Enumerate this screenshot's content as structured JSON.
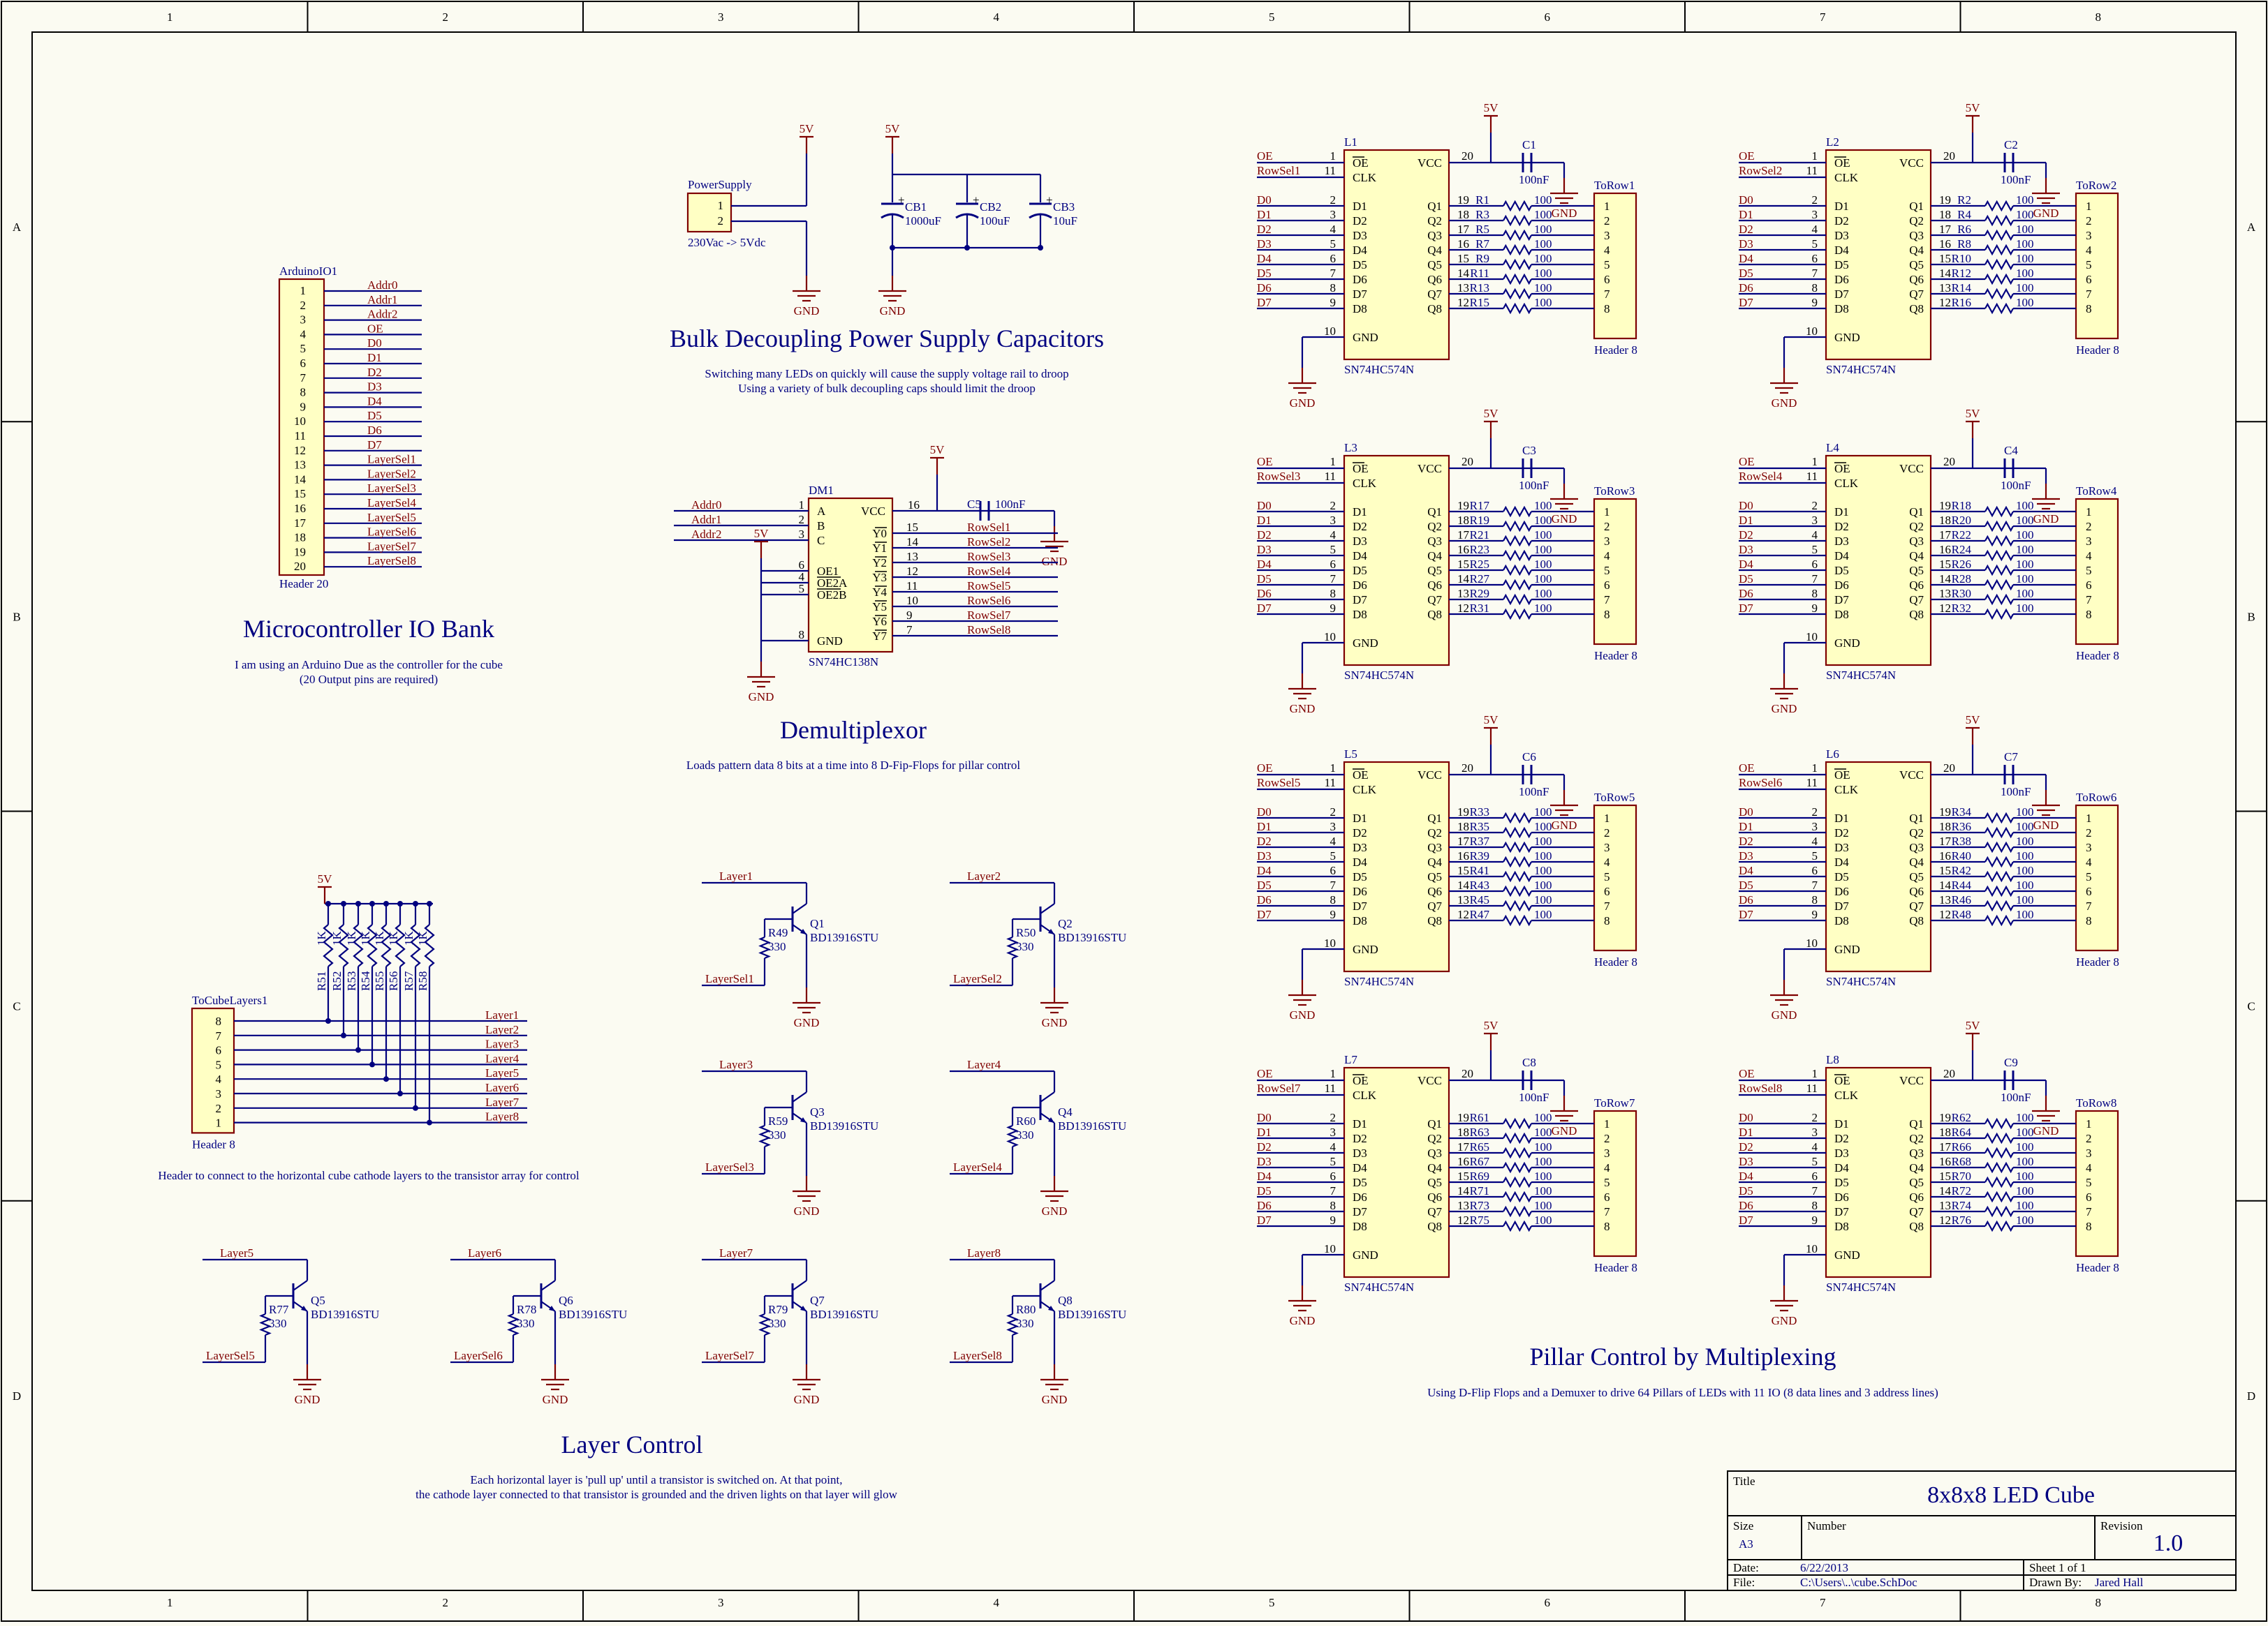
{
  "zone_columns": [
    "1",
    "2",
    "3",
    "4",
    "5",
    "6",
    "7",
    "8"
  ],
  "zone_rows": [
    "A",
    "B",
    "C",
    "D"
  ],
  "power": {
    "v5": "5V",
    "gnd": "GND"
  },
  "arduino": {
    "designator": "ArduinoIO1",
    "footer": "Header 20",
    "pins": [
      "1",
      "2",
      "3",
      "4",
      "5",
      "6",
      "7",
      "8",
      "9",
      "10",
      "11",
      "12",
      "13",
      "14",
      "15",
      "16",
      "17",
      "18",
      "19",
      "20"
    ],
    "nets": [
      "Addr0",
      "Addr1",
      "Addr2",
      "OE",
      "D0",
      "D1",
      "D2",
      "D3",
      "D4",
      "D5",
      "D6",
      "D7",
      "LayerSel1",
      "LayerSel2",
      "LayerSel3",
      "LayerSel4",
      "LayerSel5",
      "LayerSel6",
      "LayerSel7",
      "LayerSel8"
    ]
  },
  "mcu_section": {
    "title": "Microcontroller IO Bank",
    "note1": "I am using an Arduino Due as the controller for the cube",
    "note2": "(20 Output pins are required)"
  },
  "power_supply": {
    "designator": "PowerSupply",
    "pins": [
      "1",
      "2"
    ],
    "caption": "230Vac -> 5Vdc",
    "caps": [
      {
        "ref": "CB1",
        "val": "1000uF"
      },
      {
        "ref": "CB2",
        "val": "100uF"
      },
      {
        "ref": "CB3",
        "val": "10uF"
      }
    ],
    "title": "Bulk Decoupling Power Supply Capacitors",
    "note1": "Switching many LEDs on quickly will cause the supply voltage rail to droop",
    "note2": "Using a variety of bulk decoupling caps should limit the droop"
  },
  "demux": {
    "designator": "DM1",
    "part": "SN74HC138N",
    "cap_ref": "C5",
    "cap_val": "100nF",
    "inputs": [
      {
        "net": "Addr0",
        "pin": "1",
        "label": "A"
      },
      {
        "net": "Addr1",
        "pin": "2",
        "label": "B"
      },
      {
        "net": "Addr2",
        "pin": "3",
        "label": "C"
      }
    ],
    "enables": [
      {
        "pin": "6",
        "label": "OE1"
      },
      {
        "pin": "4",
        "label": "OE2A"
      },
      {
        "pin": "5",
        "label": "OE2B"
      }
    ],
    "vcc": "VCC",
    "vcc_pin": "16",
    "gnd_label": "GND",
    "gnd_pin": "8",
    "outputs": [
      {
        "pin": "15",
        "label": "Y0",
        "net": "RowSel1"
      },
      {
        "pin": "14",
        "label": "Y1",
        "net": "RowSel2"
      },
      {
        "pin": "13",
        "label": "Y2",
        "net": "RowSel3"
      },
      {
        "pin": "12",
        "label": "Y3",
        "net": "RowSel4"
      },
      {
        "pin": "11",
        "label": "Y4",
        "net": "RowSel5"
      },
      {
        "pin": "10",
        "label": "Y5",
        "net": "RowSel6"
      },
      {
        "pin": "9",
        "label": "Y6",
        "net": "RowSel7"
      },
      {
        "pin": "7",
        "label": "Y7",
        "net": "RowSel8"
      }
    ],
    "title": "Demultiplexor",
    "note": "Loads pattern data 8 bits at a time into 8 D-Fip-Flops for pillar control"
  },
  "layers_header": {
    "designator": "ToCubeLayers1",
    "footer": "Header 8",
    "pins": [
      "8",
      "7",
      "6",
      "5",
      "4",
      "3",
      "2",
      "1"
    ],
    "nets": [
      "Layer1",
      "Layer2",
      "Layer3",
      "Layer4",
      "Layer5",
      "Layer6",
      "Layer7",
      "Layer8"
    ],
    "pullups": [
      "R51",
      "R52",
      "R53",
      "R54",
      "R55",
      "R56",
      "R57",
      "R58"
    ],
    "pullup_val": "1K",
    "note": "Header to connect to the horizontal cube cathode layers to the transistor array for control"
  },
  "transistors": [
    {
      "q": "Q1",
      "part": "BD13916STU",
      "layer": "Layer1",
      "sel": "LayerSel1",
      "r": "R49",
      "rv": "330"
    },
    {
      "q": "Q2",
      "part": "BD13916STU",
      "layer": "Layer2",
      "sel": "LayerSel2",
      "r": "R50",
      "rv": "330"
    },
    {
      "q": "Q3",
      "part": "BD13916STU",
      "layer": "Layer3",
      "sel": "LayerSel3",
      "r": "R59",
      "rv": "330"
    },
    {
      "q": "Q4",
      "part": "BD13916STU",
      "layer": "Layer4",
      "sel": "LayerSel4",
      "r": "R60",
      "rv": "330"
    },
    {
      "q": "Q5",
      "part": "BD13916STU",
      "layer": "Layer5",
      "sel": "LayerSel5",
      "r": "R77",
      "rv": "330"
    },
    {
      "q": "Q6",
      "part": "BD13916STU",
      "layer": "Layer6",
      "sel": "LayerSel6",
      "r": "R78",
      "rv": "330"
    },
    {
      "q": "Q7",
      "part": "BD13916STU",
      "layer": "Layer7",
      "sel": "LayerSel7",
      "r": "R79",
      "rv": "330"
    },
    {
      "q": "Q8",
      "part": "BD13916STU",
      "layer": "Layer8",
      "sel": "LayerSel8",
      "r": "R80",
      "rv": "330"
    }
  ],
  "layer_section": {
    "title": "Layer Control",
    "note1": "Each horizontal layer is 'pull up' until a transistor is switched on. At that point,",
    "note2": "the cathode layer connected to that transistor is grounded and the driven lights on that layer will glow"
  },
  "latch_common": {
    "part": "SN74HC574N",
    "header": "Header 8",
    "cap_val": "100nF",
    "res_val": "100",
    "oe": "OE",
    "clk": "CLK",
    "vcc": "VCC",
    "gnd": "GND",
    "d_nets": [
      "D0",
      "D1",
      "D2",
      "D3",
      "D4",
      "D5",
      "D6",
      "D7"
    ],
    "d_labels": [
      "D1",
      "D2",
      "D3",
      "D4",
      "D5",
      "D6",
      "D7",
      "D8"
    ],
    "q_labels": [
      "Q1",
      "Q2",
      "Q3",
      "Q4",
      "Q5",
      "Q6",
      "Q7",
      "Q8"
    ],
    "d_pins": [
      "2",
      "3",
      "4",
      "5",
      "6",
      "7",
      "8",
      "9"
    ],
    "q_pins": [
      "19",
      "18",
      "17",
      "16",
      "15",
      "14",
      "13",
      "12"
    ],
    "hdr_pins": [
      "1",
      "2",
      "3",
      "4",
      "5",
      "6",
      "7",
      "8"
    ],
    "oe_pin": "1",
    "clk_pin": "11",
    "vcc_pin": "20",
    "gnd_pin": "10"
  },
  "latches": [
    {
      "ref": "L1",
      "cap": "C1",
      "sel": "RowSel1",
      "row": "ToRow1",
      "res": [
        "R1",
        "R3",
        "R5",
        "R7",
        "R9",
        "R11",
        "R13",
        "R15"
      ]
    },
    {
      "ref": "L2",
      "cap": "C2",
      "sel": "RowSel2",
      "row": "ToRow2",
      "res": [
        "R2",
        "R4",
        "R6",
        "R8",
        "R10",
        "R12",
        "R14",
        "R16"
      ]
    },
    {
      "ref": "L3",
      "cap": "C3",
      "sel": "RowSel3",
      "row": "ToRow3",
      "res": [
        "R17",
        "R19",
        "R21",
        "R23",
        "R25",
        "R27",
        "R29",
        "R31"
      ]
    },
    {
      "ref": "L4",
      "cap": "C4",
      "sel": "RowSel4",
      "row": "ToRow4",
      "res": [
        "R18",
        "R20",
        "R22",
        "R24",
        "R26",
        "R28",
        "R30",
        "R32"
      ]
    },
    {
      "ref": "L5",
      "cap": "C6",
      "sel": "RowSel5",
      "row": "ToRow5",
      "res": [
        "R33",
        "R35",
        "R37",
        "R39",
        "R41",
        "R43",
        "R45",
        "R47"
      ]
    },
    {
      "ref": "L6",
      "cap": "C7",
      "sel": "RowSel6",
      "row": "ToRow6",
      "res": [
        "R34",
        "R36",
        "R38",
        "R40",
        "R42",
        "R44",
        "R46",
        "R48"
      ]
    },
    {
      "ref": "L7",
      "cap": "C8",
      "sel": "RowSel7",
      "row": "ToRow7",
      "res": [
        "R61",
        "R63",
        "R65",
        "R67",
        "R69",
        "R71",
        "R73",
        "R75"
      ]
    },
    {
      "ref": "L8",
      "cap": "C9",
      "sel": "RowSel8",
      "row": "ToRow8",
      "res": [
        "R62",
        "R64",
        "R66",
        "R68",
        "R70",
        "R72",
        "R74",
        "R76"
      ]
    }
  ],
  "pillar_section": {
    "title": "Pillar Control by Multiplexing",
    "note": "Using D-Flip Flops and a Demuxer to drive 64 Pillars of LEDs with 11 IO (8 data lines and 3 address lines)"
  },
  "title_block": {
    "title_label": "Title",
    "title": "8x8x8 LED Cube",
    "size_label": "Size",
    "size": "A3",
    "number_label": "Number",
    "revision_label": "Revision",
    "revision": "1.0",
    "date_label": "Date:",
    "date": "6/22/2013",
    "sheet": "Sheet 1 of 1",
    "file_label": "File:",
    "file": "C:\\Users\\..\\cube.SchDoc",
    "drawn_label": "Drawn By:",
    "drawn": "Jared Hall"
  }
}
